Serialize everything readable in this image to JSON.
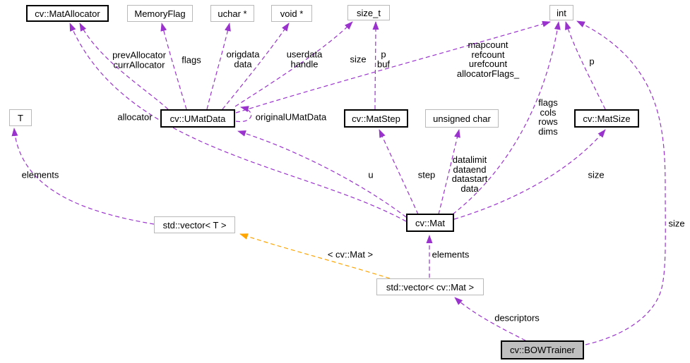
{
  "diagram": {
    "type": "collaboration-graph",
    "subject": "cv::BOWTrainer"
  },
  "colors": {
    "usage_edge": "#9a32cd",
    "template_edge": "#ffa500",
    "focus_node_fill": "#bfbfbf",
    "documented_node_border": "#000000",
    "plain_node_border": "#b9b9b9"
  },
  "nodes": {
    "matallocator": {
      "label": "cv::MatAllocator"
    },
    "memoryflag": {
      "label": "MemoryFlag"
    },
    "uchar_ptr": {
      "label": "uchar *"
    },
    "void_ptr": {
      "label": "void *"
    },
    "size_t": {
      "label": "size_t"
    },
    "int": {
      "label": "int"
    },
    "t": {
      "label": "T"
    },
    "umatdata": {
      "label": "cv::UMatData"
    },
    "matstep": {
      "label": "cv::MatStep"
    },
    "unsigned_char": {
      "label": "unsigned char"
    },
    "matsize": {
      "label": "cv::MatSize"
    },
    "mat": {
      "label": "cv::Mat"
    },
    "vector_t": {
      "label": "std::vector< T >"
    },
    "vector_mat": {
      "label": "std::vector< cv::Mat >"
    },
    "bowtrainer": {
      "label": "cv::BOWTrainer"
    }
  },
  "edge_labels": {
    "prev_allocator": {
      "label": "prevAllocator\ncurrAllocator"
    },
    "flags_umatdata": {
      "label": "flags"
    },
    "origdata": {
      "label": "origdata\ndata"
    },
    "userdata": {
      "label": "userdata\nhandle"
    },
    "size_umatdata": {
      "label": "size"
    },
    "p_buf": {
      "label": "p\nbuf"
    },
    "mapcount": {
      "label": "mapcount\nrefcount\nurefcount\nallocatorFlags_"
    },
    "p_matsize": {
      "label": "p"
    },
    "flags_mat": {
      "label": "flags\ncols\nrows\ndims"
    },
    "allocator": {
      "label": "allocator"
    },
    "original_umatdata": {
      "label": "originalUMatData"
    },
    "elements_t": {
      "label": "elements"
    },
    "u": {
      "label": "u"
    },
    "step": {
      "label": "step"
    },
    "datalimit": {
      "label": "datalimit\ndataend\ndatastart\ndata"
    },
    "size_matsize": {
      "label": "size"
    },
    "size_bowtrainer": {
      "label": "size"
    },
    "template_arg": {
      "label": "< cv::Mat >"
    },
    "elements_mat": {
      "label": "elements"
    },
    "descriptors": {
      "label": "descriptors"
    }
  }
}
